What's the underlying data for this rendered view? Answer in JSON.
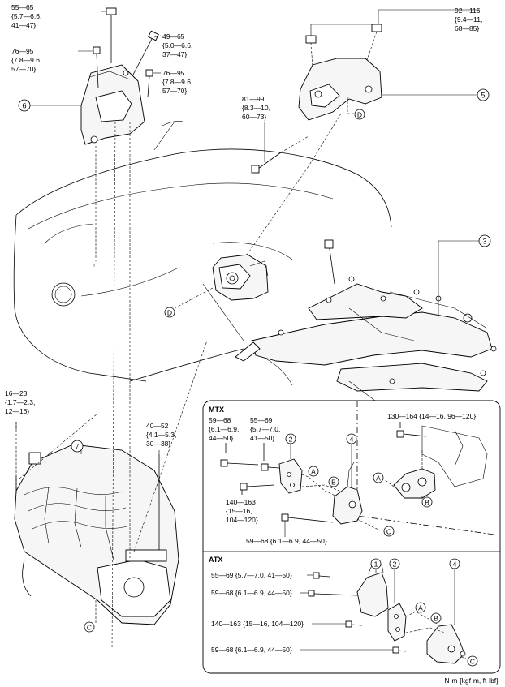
{
  "torques": {
    "t1": [
      "55—65",
      "{5.7—6.6,",
      "41—47}"
    ],
    "t2": [
      "49—65",
      "{5.0—6.6,",
      "37—47}"
    ],
    "t3": [
      "76—95",
      "{7.8—9.6,",
      "57—70}"
    ],
    "t4": [
      "76—95",
      "{7.8—9.6,",
      "57—70}"
    ],
    "t5": [
      "92—116",
      "{9.4—11,",
      "68—85}"
    ],
    "t6": [
      "81—99",
      "{8.3—10,",
      "60—73}"
    ],
    "t7": [
      "16—23",
      "{1.7—2.3,",
      "12—16}"
    ],
    "t8": [
      "40—52",
      "{4.1—5.3,",
      "30—38}"
    ]
  },
  "callouts": {
    "p3": "3",
    "p5": "5",
    "p6": "6",
    "p7": "7"
  },
  "refs": {
    "d1": "D",
    "d2": "D",
    "c1": "C"
  },
  "mtx": {
    "title": "MTX",
    "t_a": [
      "59—68",
      "{6.1—6.9,",
      "44—50}"
    ],
    "t_b": [
      "55—69",
      "{5.7—7.0,",
      "41—50}"
    ],
    "t_c": [
      "140—163",
      "{15—16,",
      "104—120}"
    ],
    "t_d": "59—68 {6.1—6.9, 44—50}",
    "t_e": "130—164 {14—16, 96—120}",
    "p2": "2",
    "p4": "4",
    "ra1": "A",
    "rb1": "B",
    "rc1": "C",
    "ra2": "A",
    "rb2": "B"
  },
  "atx": {
    "title": "ATX",
    "t_a": "55—69 {5.7—7.0, 41—50}",
    "t_b": "59—68 {6.1—6.9, 44—50}",
    "t_c": "140—163 {15—16, 104—120}",
    "t_d": "59—68 {6.1—6.9, 44—50}",
    "p1": "1",
    "p2": "2",
    "p4": "4",
    "ra": "A",
    "rb": "B",
    "rc": "C"
  },
  "footer": {
    "units": "N·m {kgf·m, ft·lbf}"
  }
}
